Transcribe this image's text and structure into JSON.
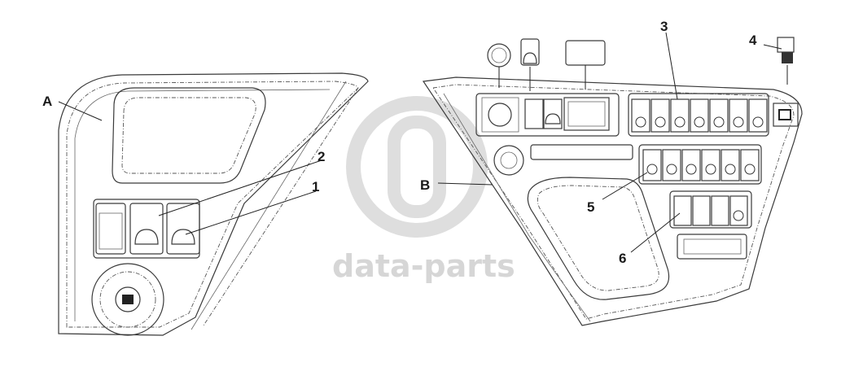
{
  "callouts": {
    "a": "A",
    "b": "B",
    "c1": "1",
    "c2": "2",
    "c3": "3",
    "c4": "4",
    "c5": "5",
    "c6": "6"
  },
  "watermark": {
    "text": "data-parts",
    "color": "#d6d6d6"
  },
  "colors": {
    "line": "#3a3a3a",
    "background": "#ffffff"
  }
}
